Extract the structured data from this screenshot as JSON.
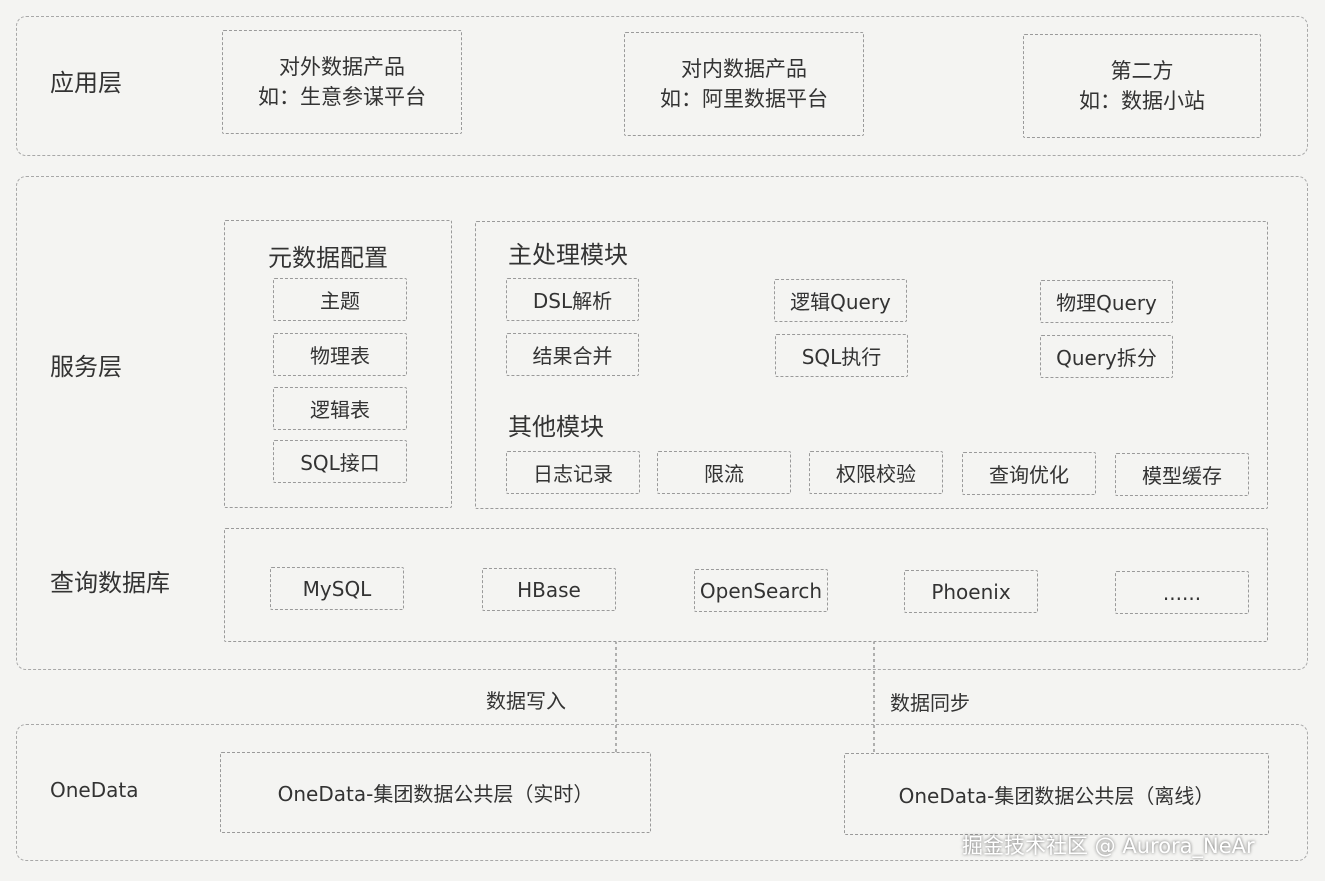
{
  "application_layer": {
    "label": "应用层",
    "products": [
      {
        "line1": "对外数据产品",
        "line2": "如：生意参谋平台"
      },
      {
        "line1": "对内数据产品",
        "line2": "如：阿里数据平台"
      },
      {
        "line1": "第二方",
        "line2": "如：数据小站"
      }
    ]
  },
  "service_layer": {
    "label": "服务层",
    "metadata": {
      "title": "元数据配置",
      "items": [
        "主题",
        "物理表",
        "逻辑表",
        "SQL接口"
      ]
    },
    "main_module": {
      "title": "主处理模块",
      "dsl_parse": "DSL解析",
      "logic_query": "逻辑Query",
      "physical_query": "物理Query",
      "query_split": "Query拆分",
      "sql_exec": "SQL执行",
      "result_merge": "结果合并"
    },
    "other_modules": {
      "title": "其他模块",
      "items": [
        "日志记录",
        "限流",
        "权限校验",
        "查询优化",
        "模型缓存"
      ]
    }
  },
  "query_db": {
    "label": "查询数据库",
    "items": [
      "MySQL",
      "HBase",
      "OpenSearch",
      "Phoenix",
      "......"
    ]
  },
  "flows": {
    "write": "数据写入",
    "sync": "数据同步"
  },
  "onedata_layer": {
    "label": "OneData",
    "realtime": "OneData-集团数据公共层（实时）",
    "offline": "OneData-集团数据公共层（离线）"
  },
  "watermark": "掘金技术社区 @ Aurora_NeAr"
}
